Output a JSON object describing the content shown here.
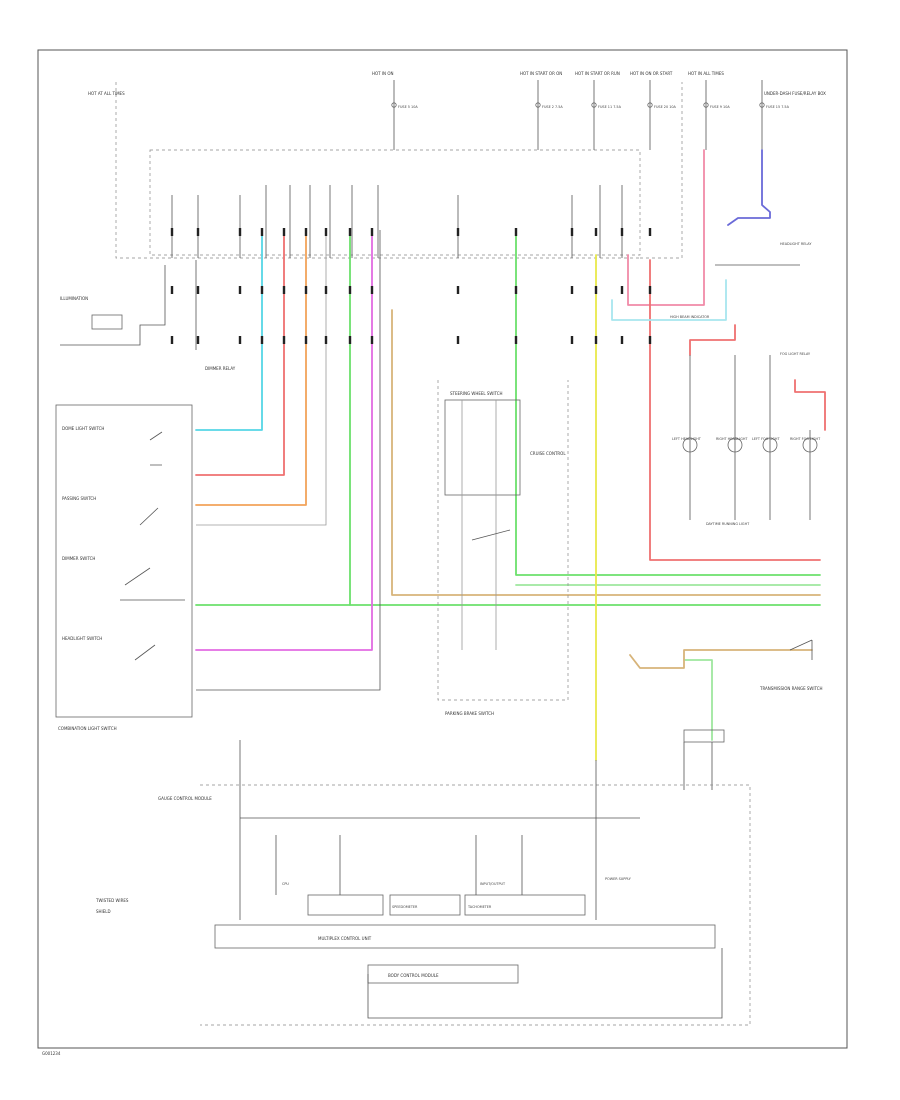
{
  "colors": {
    "cyan": "#55d6e6",
    "red": "#ef7070",
    "orange": "#f2a35a",
    "green": "#6ce06c",
    "magenta": "#e26be2",
    "yellow": "#e9e94a",
    "lt-green": "#9ee79e",
    "blue": "#6a6ad8",
    "pink": "#f08aa8",
    "lt-cyan": "#a8e6ee",
    "black": "#555555",
    "gray": "#9a9a9a",
    "tan": "#d7b47a"
  },
  "labels": {
    "top": [
      "HOT AT ALL TIMES",
      "HOT IN ON",
      "HOT IN START OR ON",
      "HOT IN START OR RUN",
      "HOT IN ON OR START",
      "HOT IN ALL TIMES",
      "UNDER-DASH FUSE/RELAY BOX"
    ],
    "fuses": [
      "FUSE 5 10A",
      "FUSE 2 7.5A",
      "FUSE 11 7.5A",
      "FUSE 20 10A",
      "FUSE 9 10A",
      "FUSE 15 7.5A"
    ],
    "left": [
      "ILLUMINATION",
      "DIMMER RELAY",
      "COMBINATION LIGHT SWITCH",
      "DOME LIGHT SWITCH",
      "PASSING SWITCH",
      "DIMMER SWITCH",
      "HEADLIGHT SWITCH"
    ],
    "center": [
      "STEERING WHEEL SWITCH",
      "CRUISE CONTROL",
      "PARKING BRAKE SWITCH",
      "TRANSMISSION RANGE SWITCH"
    ],
    "right": [
      "HIGH BEAM INDICATOR",
      "LEFT HEADLIGHT",
      "RIGHT HEADLIGHT",
      "LEFT FOG LIGHT",
      "RIGHT FOG LIGHT",
      "DAYTIME RUNNING LIGHT",
      "FOG LIGHT RELAY",
      "HEADLIGHT RELAY"
    ],
    "bottom": [
      "GAUGE CONTROL MODULE",
      "CPU",
      "INPUT/OUTPUT",
      "MULTIPLEX CONTROL UNIT",
      "BODY CONTROL MODULE",
      "SPEEDOMETER",
      "TACHOMETER",
      "POWER SUPPLY"
    ],
    "legend": [
      "TWISTED WIRES",
      "SHIELD"
    ],
    "corner": "G001234"
  }
}
